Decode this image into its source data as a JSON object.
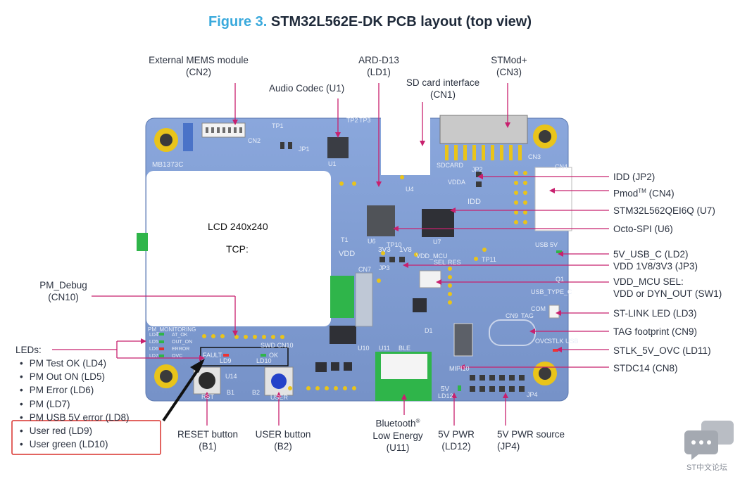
{
  "figure": {
    "number": "Figure 3.",
    "caption": "STM32L562E-DK PCB layout (top view)"
  },
  "board": {
    "lcd_text": "LCD 240x240",
    "tcp_text": "TCP:",
    "silk": {
      "board_id": "MB1373C",
      "cn2": "CN2",
      "cn3": "CN3",
      "cn4": "CN4",
      "cn7": "CN7",
      "cn9": "CN9",
      "cn10": "CN10",
      "u1": "U1",
      "u4": "U4",
      "u6": "U6",
      "u7": "U7",
      "u10": "U10",
      "u11": "U11",
      "u14": "U14",
      "tp1": "TP1",
      "tp2": "TP2",
      "tp3": "TP3",
      "tp10": "TP10",
      "tp11": "TP11",
      "jp1": "JP1",
      "jp2": "JP2",
      "jp3": "JP3",
      "jp4": "JP4",
      "b1": "B1",
      "b2": "B2",
      "rst": "RST",
      "user": "USER",
      "ble": "BLE",
      "idd": "IDD",
      "vdd": "VDD",
      "v3v3": "3V3",
      "v1v8": "1V8",
      "vdda": "VDDA",
      "sdcard": "SDCARD",
      "vdd_mcu": "VDD_MCU",
      "sel": "SEL",
      "res": "RES",
      "usb5v": "USB 5V",
      "usb_type_c": "USB_TYPE_C",
      "com": "COM",
      "tag": "TAG",
      "stlk_usb": "STLK USB",
      "ovc": "OVC",
      "mipi10": "MIPI10",
      "pm_monitoring": "PM_MONITORING",
      "at_ok": "AT_OK",
      "out_on": "OUT_ON",
      "error": "ERROR",
      "ld4": "LD4",
      "ld5": "LD5",
      "ld6": "LD6",
      "ld7": "LD7",
      "ld9": "LD9",
      "ld10": "LD10",
      "ld12": "LD12",
      "fault": "FAULT",
      "ok": "OK",
      "swd_cn10": "SWD CN10",
      "five_v": "5V",
      "q1": "Q1",
      "t1": "T1",
      "d1": "D1"
    }
  },
  "labels": {
    "mems": [
      "External MEMS module",
      "(CN2)"
    ],
    "ard": [
      "ARD-D13",
      "(LD1)"
    ],
    "stmod": [
      "STMod+",
      "(CN3)"
    ],
    "audio": "Audio Codec (U1)",
    "sdcard": [
      "SD card interface",
      "(CN1)"
    ],
    "idd": "IDD (JP2)",
    "pmod_pre": "Pmod",
    "pmod_tm": "TM",
    "pmod_post": " (CN4)",
    "mcu": "STM32L562QEI6Q (U7)",
    "octo": "Octo-SPI (U6)",
    "usbc": "5V_USB_C (LD2)",
    "vdd": "VDD 1V8/3V3 (JP3)",
    "vddmcu": [
      "VDD_MCU SEL:",
      "VDD or DYN_OUT (SW1)"
    ],
    "stlink_led": "ST-LINK LED (LD3)",
    "tag": "TAG footprint (CN9)",
    "stlk_ovc": "STLK_5V_OVC (LD11)",
    "stdc": "STDC14 (CN8)",
    "pm_debug": [
      "PM_Debug",
      "(CN10)"
    ],
    "leds_title": "LEDs:",
    "leds": [
      "PM Test OK (LD4)",
      "PM Out ON (LD5)",
      "PM Error (LD6)",
      "PM (LD7)",
      "PM USB 5V error (LD8)",
      "User red (LD9)",
      "User green (LD10)"
    ],
    "reset": [
      "RESET button",
      "(B1)"
    ],
    "user": [
      "USER button",
      "(B2)"
    ],
    "bt_pre": "Bluetooth",
    "bt_reg": "®",
    "bt_lines": [
      "Low Energy",
      "(U11)"
    ],
    "pwr5v": [
      "5V PWR",
      "(LD12)"
    ],
    "pwrsrc": [
      "5V PWR source",
      "(JP4)"
    ]
  },
  "watermark": {
    "text": "ST中文论坛"
  },
  "colors": {
    "title_accent": "#39a9dc",
    "callout_line": "#c8206e",
    "board": "#7e9cd2",
    "highlight_box": "#d9302c"
  }
}
